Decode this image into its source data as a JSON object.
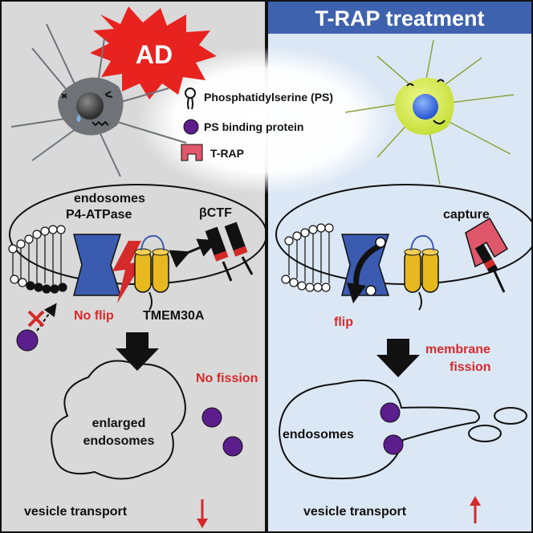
{
  "left_panel": {
    "badge": "AD",
    "endosomes": "endosomes",
    "atpase": "P4-ATPase",
    "ctf": "βCTF",
    "no_flip": "No flip",
    "tmem": "TMEM30A",
    "no_fission": "No fission",
    "enlarged_1": "enlarged",
    "enlarged_2": "endosomes",
    "vesicle_transport": "vesicle transport"
  },
  "right_panel": {
    "header": "T-RAP treatment",
    "capture": "capture",
    "flip": "flip",
    "fission_1": "membrane",
    "fission_2": "fission",
    "endosomes": "endosomes",
    "vesicle_transport": "vesicle transport"
  },
  "legend": {
    "ps": "Phosphatidylserine (PS)",
    "ps_binding": "PS binding protein",
    "trap": "T-RAP"
  },
  "colors": {
    "left_bg": "#d9d9d9",
    "right_bg": "#dce7f5",
    "header_bar": "#3e62ad",
    "accent_red": "#d42a2a",
    "atpase_blue": "#3b5bb0",
    "tmem_yellow": "#e8b820",
    "ps_protein_purple": "#5b1e8c",
    "trap_pink": "#e0566a",
    "neuron_gray": "#6f7378",
    "neuron_green": "#d6ea4c"
  }
}
